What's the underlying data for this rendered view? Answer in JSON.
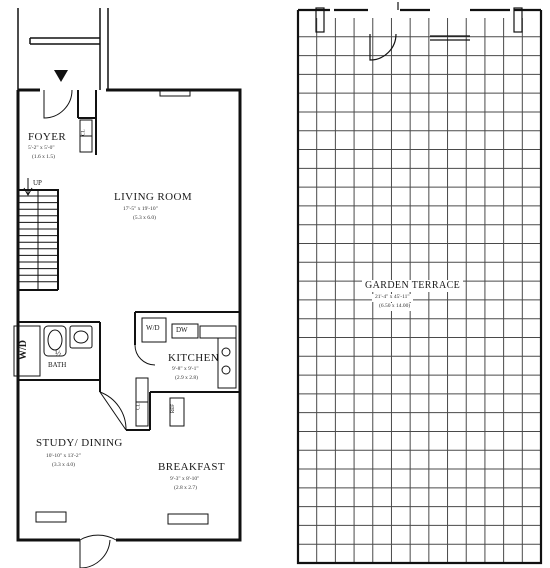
{
  "rooms": {
    "foyer": {
      "name": "FOYER",
      "dim_imperial": "5'-2\" x 5'-0\"",
      "dim_metric": "(1.6 x 1.5)"
    },
    "living_room": {
      "name": "LIVING ROOM",
      "dim_imperial": "17'-5\" x 19'-10\"",
      "dim_metric": "(5.3 x 6.0)"
    },
    "kitchen": {
      "name": "KITCHEN",
      "dim_imperial": "9'-8\" x 9'-1\"",
      "dim_metric": "(2.9 x 2.8)"
    },
    "study_dining": {
      "name": "STUDY/ DINING",
      "dim_imperial": "10'-10\" x 13'-2\"",
      "dim_metric": "(3.3 x 4.0)"
    },
    "breakfast": {
      "name": "BREAKFAST",
      "dim_imperial": "9'-3\" x 8'-10\"",
      "dim_metric": "(2.8 x 2.7)"
    },
    "garden_terrace": {
      "name": "GARDEN TERRACE",
      "dim_imperial": "21'-4\" x 45'-11\"",
      "dim_metric": "(6.50 x 14.00)"
    }
  },
  "fixtures": {
    "up": "UP",
    "washer_dryer": "W/D",
    "washer_dryer_kitchen": "W/D",
    "half_bath_fraction": "½",
    "half_bath_label": "BATH",
    "dishwasher": "DW",
    "refrigerator": "REF",
    "closet": "CL"
  }
}
